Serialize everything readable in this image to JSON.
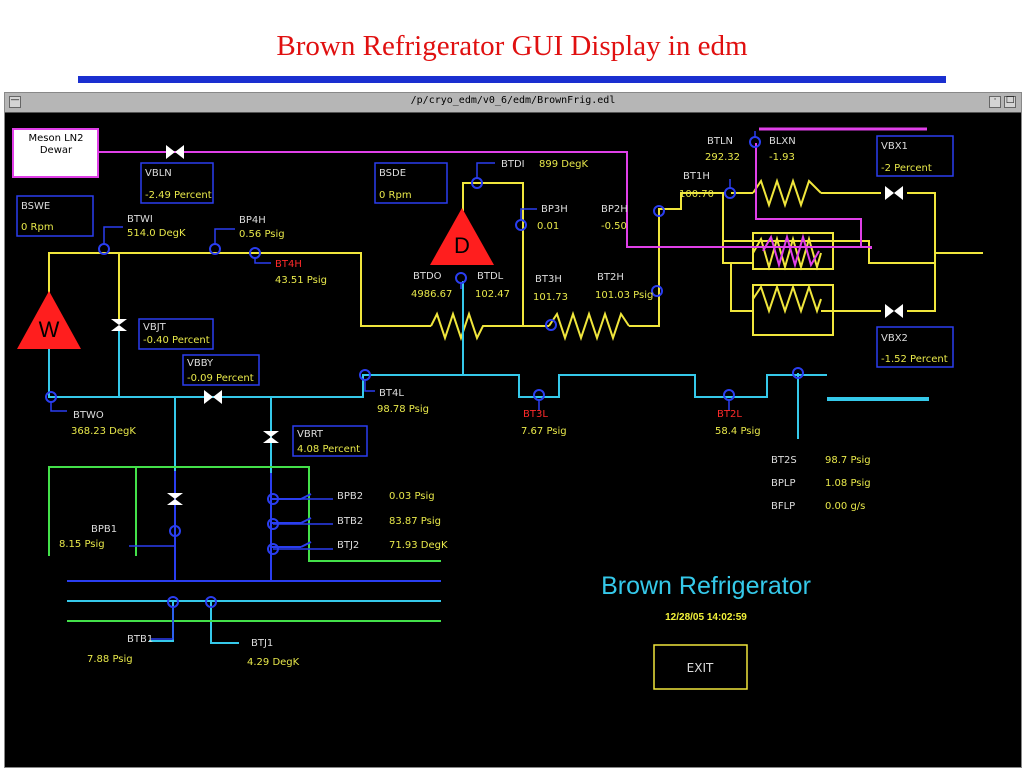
{
  "slide_title": "Brown Refrigerator GUI Display in edm",
  "window": {
    "title": "/p/cryo_edm/v0_6/edm/BrownFrig.edl"
  },
  "display": {
    "heading": "Brown Refrigerator",
    "timestamp": "12/28/05 14:02:59",
    "exit_label": "EXIT",
    "dewar_label": "Meson LN2 Dewar",
    "compressor_w": "W",
    "compressor_d": "D",
    "colors": {
      "background": "#000000",
      "liquid_line": "#35c9ea",
      "warm_line": "#f0e63c",
      "ln2_line": "#e040e8",
      "cold_line": "#43e04a",
      "he_line": "#2a3ef0"
    }
  },
  "valves": {
    "VBLN": {
      "name": "VBLN",
      "value": "-2.49 Percent"
    },
    "BSDE": {
      "name": "BSDE",
      "value": "0 Rpm"
    },
    "BSWE": {
      "name": "BSWE",
      "value": "0 Rpm"
    },
    "VBJT": {
      "name": "VBJT",
      "value": "-0.40 Percent"
    },
    "VBBY": {
      "name": "VBBY",
      "value": "-0.09 Percent"
    },
    "VBRT": {
      "name": "VBRT",
      "value": "4.08 Percent"
    },
    "VBX1": {
      "name": "VBX1",
      "value": "-2 Percent"
    },
    "VBX2": {
      "name": "VBX2",
      "value": "-1.52 Percent"
    }
  },
  "sensors": {
    "BTWI": {
      "name": "BTWI",
      "value": "514.0 DegK"
    },
    "BP4H": {
      "name": "BP4H",
      "value": "0.56 Psig"
    },
    "BT4H": {
      "name": "BT4H",
      "value": "43.51 Psig"
    },
    "BTDI": {
      "name": "BTDI",
      "value": "899 DegK"
    },
    "BP3H": {
      "name": "BP3H",
      "value": "0.01"
    },
    "BP2H": {
      "name": "BP2H",
      "value": "-0.50"
    },
    "BTDO": {
      "name": "BTDO",
      "value": "4986.67"
    },
    "BTDL": {
      "name": "BTDL",
      "value": "102.47"
    },
    "BT3H": {
      "name": "BT3H",
      "value": "101.73"
    },
    "BT2H": {
      "name": "BT2H",
      "value": "101.03 Psig"
    },
    "BTLN": {
      "name": "BTLN",
      "value": "292.32"
    },
    "BLXN": {
      "name": "BLXN",
      "value": "-1.93"
    },
    "BT1H": {
      "name": "BT1H",
      "value": "100.70"
    },
    "BTWO": {
      "name": "BTWO",
      "value": "368.23 DegK"
    },
    "BT4L": {
      "name": "BT4L",
      "value": "98.78 Psig"
    },
    "BT3L": {
      "name": "BT3L",
      "value": "7.67 Psig"
    },
    "BT2L": {
      "name": "BT2L",
      "value": "58.4 Psig"
    },
    "BPB2": {
      "name": "BPB2",
      "value": "0.03 Psig"
    },
    "BTB2": {
      "name": "BTB2",
      "value": "83.87 Psig"
    },
    "BTJ2": {
      "name": "BTJ2",
      "value": "71.93 DegK"
    },
    "BPB1": {
      "name": "BPB1",
      "value": "8.15 Psig"
    },
    "BTB1": {
      "name": "BTB1",
      "value": "7.88 Psig"
    },
    "BTJ1": {
      "name": "BTJ1",
      "value": "4.29 DegK"
    },
    "BT2S": {
      "name": "BT2S",
      "value": "98.7 Psig"
    },
    "BPLP": {
      "name": "BPLP",
      "value": "1.08 Psig"
    },
    "BFLP": {
      "name": "BFLP",
      "value": "0.00 g/s"
    }
  }
}
